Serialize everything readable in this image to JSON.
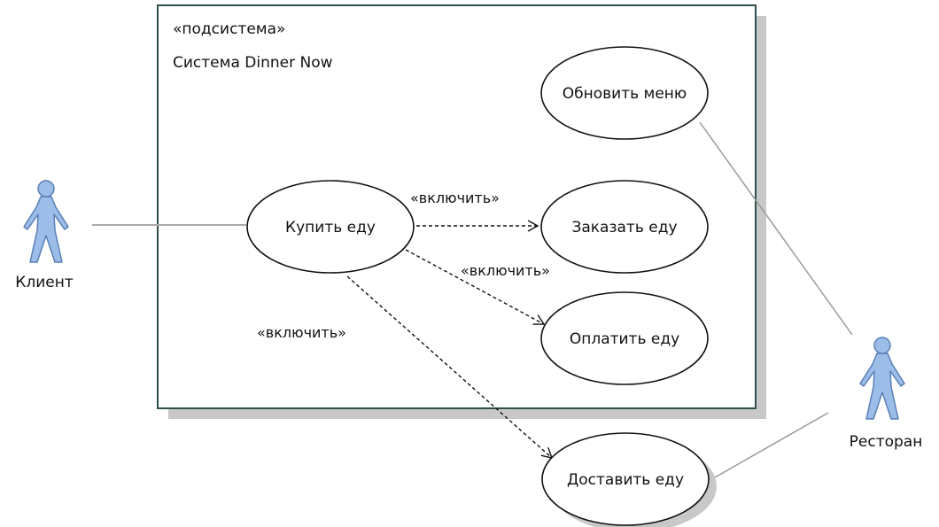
{
  "subsystem": {
    "stereotype": "«подсистема»",
    "name": "Система Dinner Now"
  },
  "actors": {
    "client": "Клиент",
    "restaurant": "Ресторан"
  },
  "use_cases": {
    "update_menu": "Обновить меню",
    "buy_food": "Купить еду",
    "order_food": "Заказать еду",
    "pay_food": "Оплатить еду",
    "deliver_food": "Доставить еду"
  },
  "relations": {
    "include_order": "«включить»",
    "include_pay": "«включить»",
    "include_deliver": "«включить»"
  },
  "colors": {
    "actor_fill": "#9bbde8",
    "actor_stroke": "#5a7fb5",
    "boundary_stroke": "#2f4f4f",
    "shadow": "#c8c8c8",
    "association": "#999999"
  }
}
